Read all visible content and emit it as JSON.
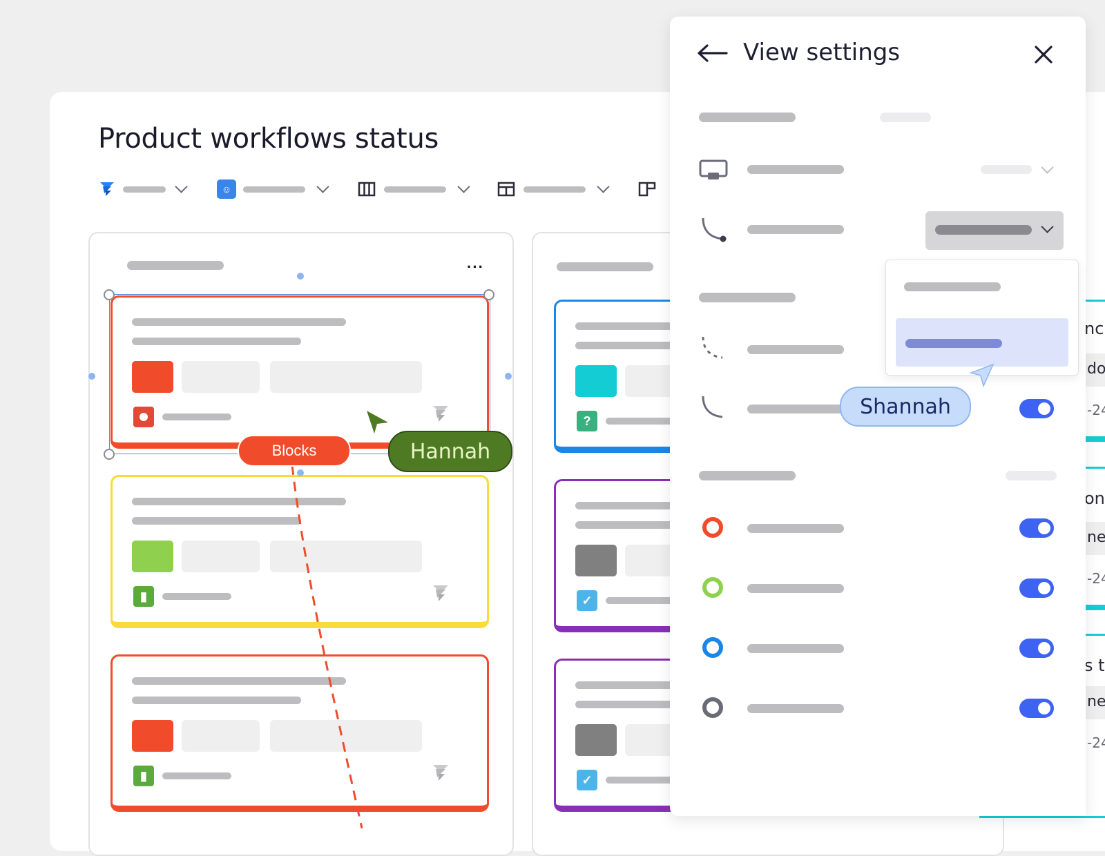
{
  "board": {
    "title": "Product workflows status"
  },
  "toolbar": {
    "icons": [
      "jira-icon",
      "team-icon",
      "columns-icon",
      "layout-icon",
      "board-icon"
    ]
  },
  "columns": [
    {
      "cards": [
        {
          "border_color": "#f04b2a",
          "swatch_color": "#f04b2a",
          "type_icon": "bug-icon",
          "selected": true
        },
        {
          "border_color": "#fadb3a",
          "swatch_color": "#8fd14f",
          "type_icon": "story-icon"
        },
        {
          "border_color": "#f04b2a",
          "swatch_color": "#f04b2a",
          "type_icon": "story-icon"
        }
      ]
    },
    {
      "cards": [
        {
          "border_color": "#1a86e8",
          "swatch_color": "#14cdd4",
          "type_icon": "question-icon"
        },
        {
          "border_color": "#8a2eb8",
          "swatch_color": "#808080",
          "type_icon": "task-icon"
        },
        {
          "border_color": "#8a2eb8",
          "swatch_color": "#808080",
          "type_icon": "task-icon"
        }
      ]
    }
  ],
  "connector": {
    "label": "Blocks",
    "color": "#f04b2a"
  },
  "collaborators": [
    {
      "name": "Hannah",
      "color": "#4f7a24",
      "text_color": "#e8f6c4"
    },
    {
      "name": "Shannah",
      "color": "#c7dcfb",
      "text_color": "#1a2a66"
    }
  ],
  "panel": {
    "title": "View settings",
    "back_icon": "arrow-left-icon",
    "close_icon": "close-icon",
    "line_styles": [
      "solid-curve-icon",
      "dashed-curve-icon",
      "thin-curve-icon"
    ],
    "status_colors": [
      "#f04b2a",
      "#8fd14f",
      "#1a86e8",
      "#6b6b75"
    ],
    "toggles": [
      true,
      true,
      true,
      true,
      true
    ]
  },
  "peek": {
    "fragments": [
      "nc",
      "do",
      "-24",
      "on",
      "ne",
      "-24",
      "s t",
      "ne",
      "-24"
    ]
  }
}
